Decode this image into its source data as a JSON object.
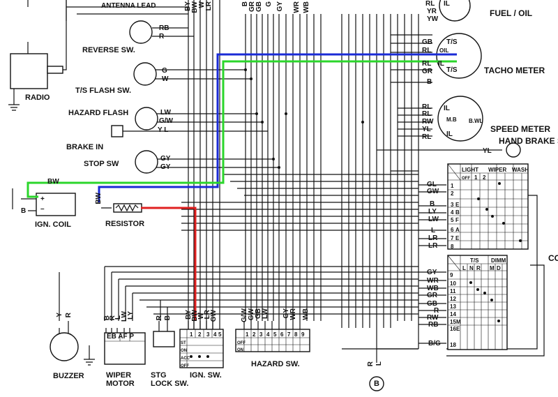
{
  "components": {
    "antenna_lead": "ANTENNA LEAD",
    "radio": "RADIO",
    "reverse_sw": "REVERSE SW.",
    "ts_flash_sw": "T/S FLASH SW.",
    "hazard_flash": "HAZARD FLASH",
    "brake_in": "BRAKE IN",
    "stop_sw": "STOP SW",
    "ign_coil": "IGN. COIL",
    "resistor": "RESISTOR",
    "buzzer": "BUZZER",
    "wiper_motor": "WIPER\nMOTOR",
    "stg_lock_sw": "STG\nLOCK SW.",
    "ign_sw": "IGN. SW.",
    "hazard_sw": "HAZARD SW.",
    "fuel_oil": "FUEL / OIL",
    "tacho_meter": "TACHO METER",
    "speed_meter": "SPEED METER",
    "hand_brake": "HAND BRAKE S",
    "co_partial": "CO"
  },
  "wire_codes": {
    "reverse": [
      "RB",
      "R"
    ],
    "ts_flash": [
      "G",
      "W"
    ],
    "hazard_flash": [
      "LW",
      "G/W",
      "Y L"
    ],
    "stop_sw": [
      "GY",
      "GY"
    ],
    "ign_coil_in": "BW",
    "ign_coil_plus": "+",
    "ign_coil_minus": "–",
    "ign_coil_b": "B",
    "resistor_in": "BW",
    "top_left_group": [
      "BY",
      "BW",
      "W",
      "LR"
    ],
    "top_mid_group": [
      "B",
      "GR",
      "GB",
      "G",
      "GY",
      "WR",
      "WB"
    ],
    "fuel_oil_wires": [
      "RL",
      "YR",
      "YW"
    ],
    "fuel_oil_il": "IL",
    "tacho_wires": [
      "GB",
      "RL",
      "RL",
      "GR",
      "B"
    ],
    "tacho_ts": [
      "T/S",
      "OIL",
      "IL",
      "T/S"
    ],
    "speed_wires": [
      "RL",
      "RL",
      "RW",
      "YL",
      "RL"
    ],
    "speed_pins": [
      "IL",
      "M.B",
      "IL",
      "B.WL"
    ],
    "hand_brake_wire": "YL",
    "buzzer_wires": [
      "Y",
      "R"
    ],
    "wiper_wires": [
      "B",
      "R",
      "L",
      "LW",
      "LY"
    ],
    "wiper_pins": "EB AF P",
    "stg_wires": [
      "R",
      "B"
    ],
    "ign_sw_wires": [
      "BY",
      "BW",
      "W",
      "LR",
      "GW"
    ],
    "ign_sw_pins": [
      "1",
      "2",
      "3",
      "4",
      "5"
    ],
    "hazard_sw_wires": [
      "G/W",
      "GW",
      "GB",
      "LW",
      "GY",
      "WR",
      "WB"
    ],
    "hazard_sw_pins": [
      "1",
      "2",
      "3",
      "4",
      "5",
      "6",
      "7",
      "8",
      "9"
    ],
    "right_block1": [
      "GL",
      "GW",
      "B",
      "LY",
      "LW",
      "L",
      "LR",
      "LR"
    ],
    "right_block1_pins": [
      "1",
      "2",
      "3",
      "4",
      "5",
      "6",
      "7",
      "8"
    ],
    "right_block1_letters": [
      "",
      "",
      "E",
      "B",
      "F",
      "A",
      "E",
      ""
    ],
    "right_block2": [
      "GY",
      "WR",
      "WB",
      "GR",
      "GB",
      "R",
      "RW",
      "RB"
    ],
    "right_block2_pins": [
      "9",
      "10",
      "11",
      "12",
      "13",
      "14",
      "15",
      "16"
    ],
    "right_block2_letters": [
      "",
      "",
      "",
      "",
      "",
      "",
      "M",
      "E"
    ],
    "bg_wire": "B/G",
    "bg_pin": "18",
    "bottom_rl": [
      "R",
      "L",
      "B"
    ],
    "light_header": [
      "LIGHT",
      "WIPER",
      "WASH"
    ],
    "light_sub": [
      "OFF",
      "1",
      "2"
    ],
    "ts_header": [
      "T/S",
      "DIMM"
    ],
    "ts_sub": [
      "L",
      "N",
      "R",
      "M",
      "D"
    ],
    "ign_rows": [
      "ST",
      "ON",
      "ACC",
      "OFF"
    ],
    "hazard_rows": [
      "OFF",
      "ON"
    ]
  },
  "overlay_colors": {
    "blue": "#1a2bd6",
    "green": "#2bd62b",
    "red": "#e02020"
  }
}
